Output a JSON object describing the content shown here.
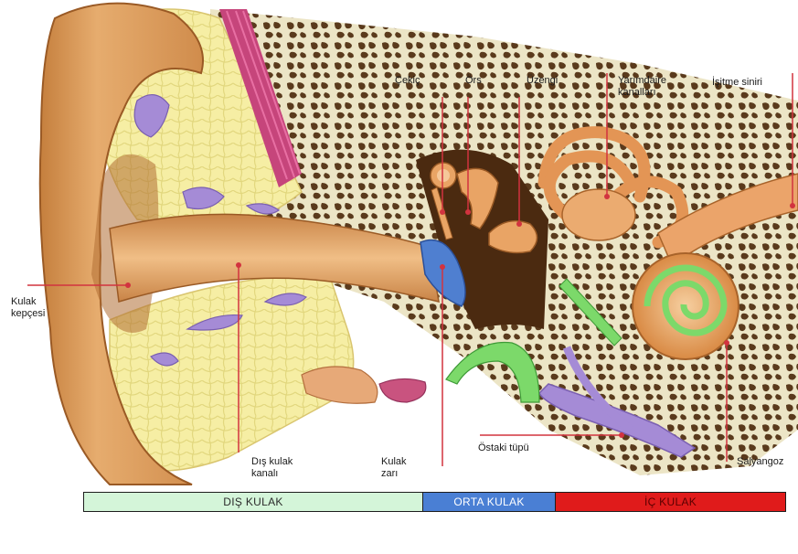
{
  "labels": {
    "cekic": "Çekiç",
    "ors": "Örs",
    "uzengi": "Üzengi",
    "yarimdaire": "Yarımdaire\nkanalları",
    "isitme": "İşitme siniri",
    "kulak_kepcesi": "Kulak\nkepçesi",
    "dis_kulak_kanali": "Dış kulak\nkanalı",
    "kulak_zari": "Kulak\nzarı",
    "ostaki": "Östaki tüpü",
    "salyangoz": "Salyangoz"
  },
  "regions": {
    "dis": "DIŞ KULAK",
    "orta": "ORTA KULAK",
    "ic": "İÇ KULAK"
  },
  "colors": {
    "dis": "#d4f5d9",
    "orta": "#4a7fd4",
    "ic": "#e01b1b",
    "pointer": "#d2333f",
    "skin": "#d99a5c",
    "bone": "#eee8cf",
    "fat": "#f5eda0",
    "fat_vein": "#a58bd6",
    "cochlea_green": "#7cd96a"
  }
}
